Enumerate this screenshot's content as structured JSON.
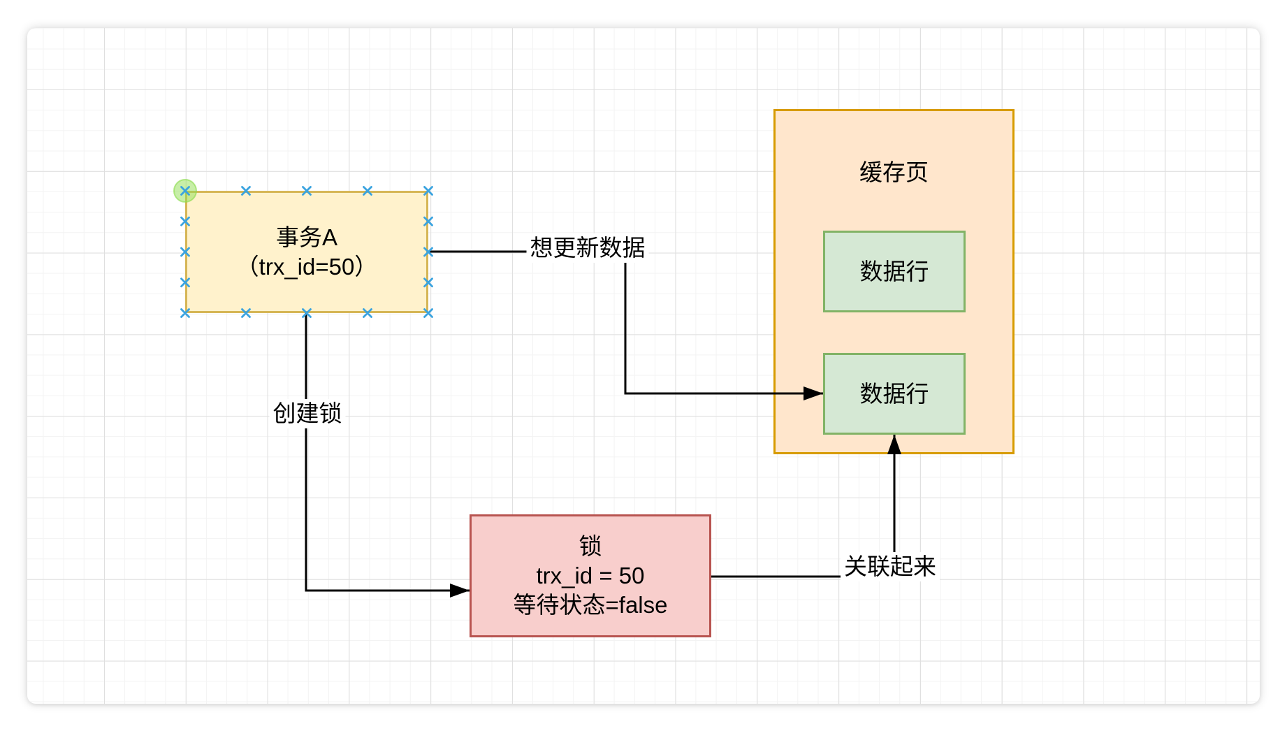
{
  "diagram": {
    "nodes": {
      "transaction_a": {
        "line1": "事务A",
        "line2": "（trx_id=50）"
      },
      "cache_page": {
        "title": "缓存页"
      },
      "data_row_1": {
        "label": "数据行"
      },
      "data_row_2": {
        "label": "数据行"
      },
      "lock": {
        "line1": "锁",
        "line2": "trx_id = 50",
        "line3": "等待状态=false"
      }
    },
    "edge_labels": {
      "update_data": "想更新数据",
      "create_lock": "创建锁",
      "associate": "关联起来"
    },
    "colors": {
      "page_bg": "#FFFFFF",
      "grid_minor": "#F3F3F3",
      "grid_major": "#DFDFDF",
      "transaction_fill": "#FFF2CC",
      "transaction_stroke": "#D6B656",
      "cache_fill": "#FFE6CC",
      "cache_stroke": "#D79B00",
      "row_fill": "#D5E8D4",
      "row_stroke": "#82B366",
      "lock_fill": "#F8CECC",
      "lock_stroke": "#B85450",
      "edge": "#000000",
      "handle_cross": "#3AA3DF",
      "endpoint_highlight": "#8FDD52"
    }
  }
}
